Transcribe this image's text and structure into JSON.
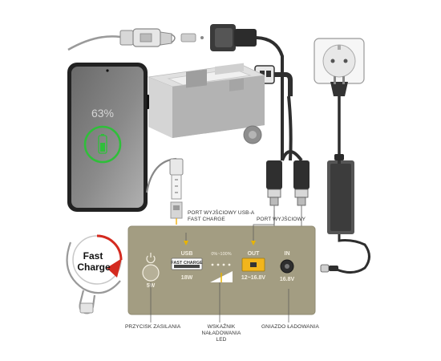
{
  "phone": {
    "battery_percent_text": "63%",
    "battery_level": 0.63
  },
  "fast_charge_badge": {
    "line1": "Fast",
    "line2": "Charge"
  },
  "panel": {
    "usb_label": "USB",
    "usb_sub": "FAST CHARGE",
    "usb_watts": "18W",
    "power_watts": "5W",
    "led_range": "0%~100%",
    "out_label": "OUT",
    "out_range": "12~16.8V",
    "in_label": "IN",
    "in_voltage": "16.8V"
  },
  "annotations": {
    "usb_port_line1": "PORT WYJŚCIOWY USB-A",
    "usb_port_line2": "FAST CHARGE",
    "output_port": "PORT WYJŚCIOWY",
    "power_button": "PRZYCISK ZASILANIA",
    "led_indicator_line1": "WSKAŹNIK NAŁADOWANIA",
    "led_indicator_line2": "LED",
    "charging_socket": "GNIAZDO ŁADOWANIA"
  },
  "colors": {
    "panel": "#a39d82",
    "accent_yellow": "#f2b51c",
    "arrow": "#e8b400",
    "battery_green": "#2fbf3a",
    "fast_red": "#d42a1f"
  }
}
